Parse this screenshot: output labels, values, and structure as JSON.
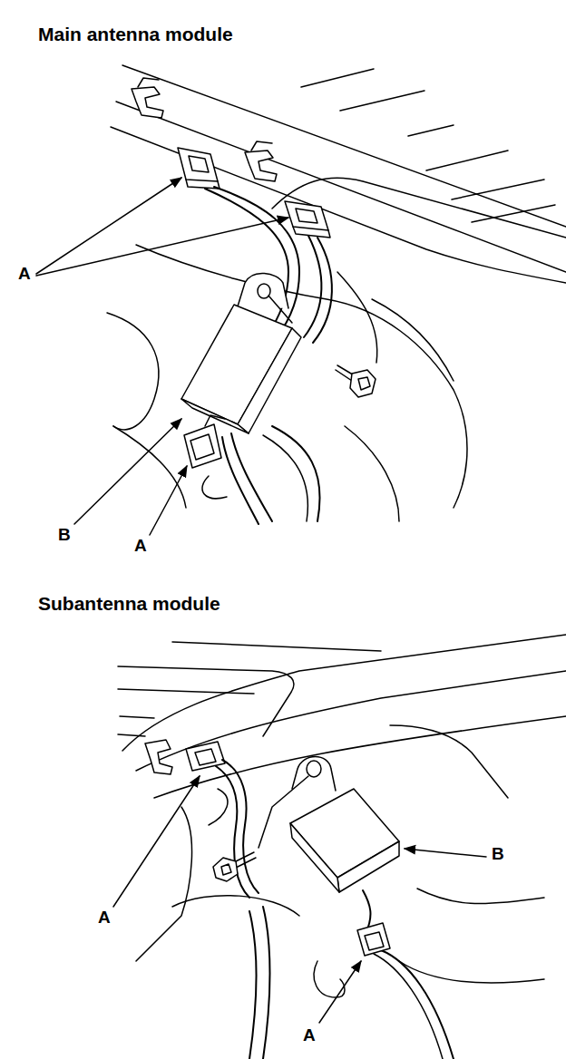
{
  "diagram": {
    "labels": [
      "Main antenna module",
      "A",
      "B",
      "A",
      "Subantenna module",
      "A",
      "B",
      "A"
    ]
  }
}
